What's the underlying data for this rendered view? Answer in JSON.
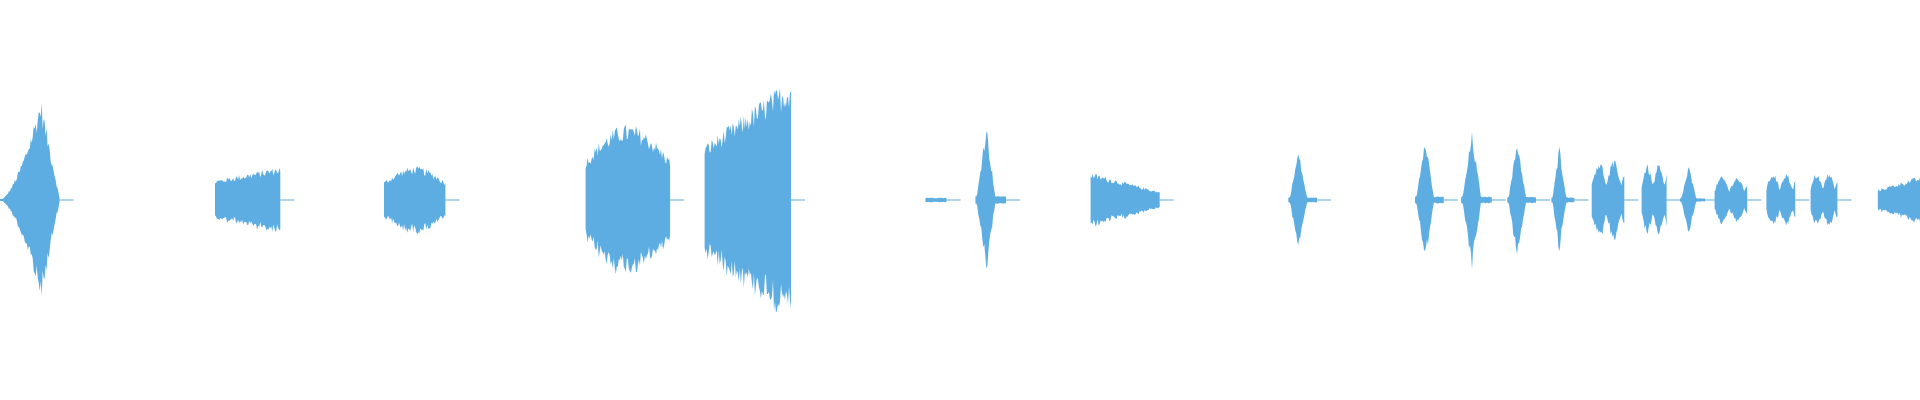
{
  "waveform": {
    "color": "#5dade2",
    "background": "#ffffff",
    "baseline": "center",
    "segments": [
      {
        "start": 0.0,
        "end": 0.031,
        "peak": 0.54,
        "shape": "rise-sharp-decay"
      },
      {
        "start": 0.112,
        "end": 0.146,
        "peak": 0.17,
        "shape": "flat-rise"
      },
      {
        "start": 0.2,
        "end": 0.232,
        "peak": 0.17,
        "shape": "dome"
      },
      {
        "start": 0.305,
        "end": 0.349,
        "peak": 0.38,
        "shape": "dome"
      },
      {
        "start": 0.367,
        "end": 0.412,
        "peak": 0.62,
        "shape": "rise"
      },
      {
        "start": 0.482,
        "end": 0.493,
        "peak": 0.02,
        "shape": "tick"
      },
      {
        "start": 0.508,
        "end": 0.524,
        "peak": 0.4,
        "shape": "spike"
      },
      {
        "start": 0.568,
        "end": 0.604,
        "peak": 0.14,
        "shape": "decay"
      },
      {
        "start": 0.671,
        "end": 0.686,
        "peak": 0.26,
        "shape": "spike"
      },
      {
        "start": 0.737,
        "end": 0.752,
        "peak": 0.35,
        "shape": "spike"
      },
      {
        "start": 0.761,
        "end": 0.777,
        "peak": 0.35,
        "shape": "spike"
      },
      {
        "start": 0.785,
        "end": 0.8,
        "peak": 0.32,
        "shape": "spike"
      },
      {
        "start": 0.808,
        "end": 0.82,
        "peak": 0.28,
        "shape": "spike"
      },
      {
        "start": 0.829,
        "end": 0.846,
        "peak": 0.2,
        "shape": "burst"
      },
      {
        "start": 0.855,
        "end": 0.868,
        "peak": 0.18,
        "shape": "burst"
      },
      {
        "start": 0.875,
        "end": 0.888,
        "peak": 0.18,
        "shape": "spike"
      },
      {
        "start": 0.893,
        "end": 0.91,
        "peak": 0.12,
        "shape": "burst"
      },
      {
        "start": 0.92,
        "end": 0.935,
        "peak": 0.14,
        "shape": "burst"
      },
      {
        "start": 0.943,
        "end": 0.957,
        "peak": 0.14,
        "shape": "burst"
      },
      {
        "start": 0.978,
        "end": 1.0,
        "peak": 0.12,
        "shape": "rise"
      }
    ]
  }
}
